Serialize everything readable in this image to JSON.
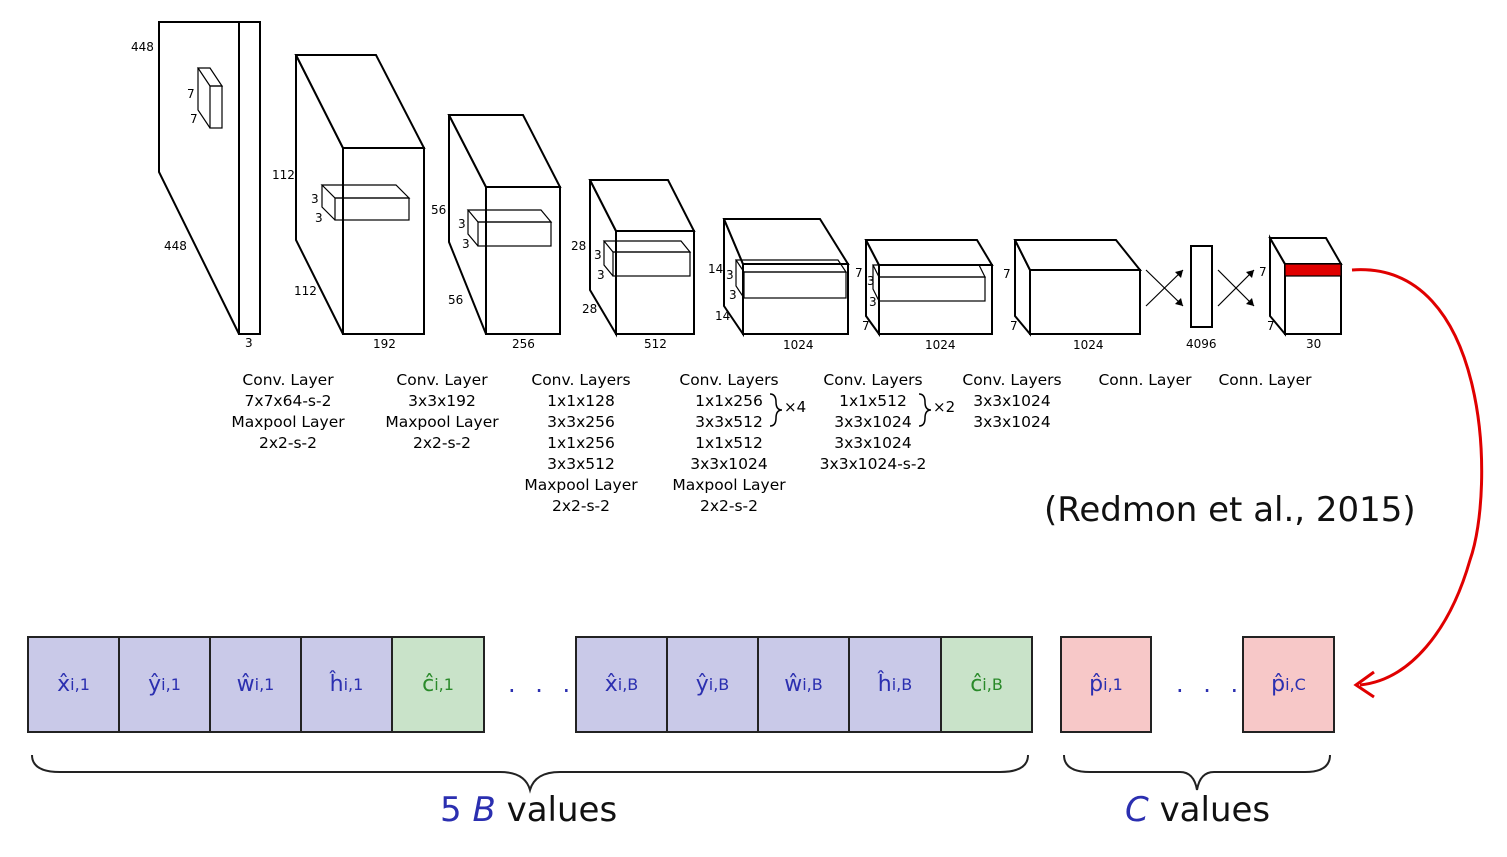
{
  "architecture": {
    "dims": {
      "input_h": "448",
      "input_w": "448",
      "input_c": "3",
      "kernel1_a": "7",
      "kernel1_b": "7",
      "l1_h": "112",
      "l1_w": "112",
      "l1_c": "192",
      "k2_a": "3",
      "k2_b": "3",
      "l2_h": "56",
      "l2_w": "56",
      "l2_c": "256",
      "k3_a": "3",
      "k3_b": "3",
      "l3_h": "28",
      "l3_w": "28",
      "l3_c": "512",
      "k4_a": "3",
      "k4_b": "3",
      "l4_h": "14",
      "l4_w": "14",
      "l4_c": "1024",
      "k5_a": "3",
      "k5_b": "3",
      "l5_h": "7",
      "l5_w": "7",
      "l5_c": "1024",
      "k6_a": "3",
      "k6_b": "3",
      "l6_h": "7",
      "l6_w": "7",
      "l6_c": "1024",
      "fc_c": "4096",
      "out_h": "7",
      "out_w": "7",
      "out_c": "30"
    },
    "layers": [
      {
        "title": "Conv. Layer",
        "lines": [
          "7x7x64-s-2",
          "Maxpool Layer",
          "2x2-s-2"
        ]
      },
      {
        "title": "Conv. Layer",
        "lines": [
          "3x3x192",
          "Maxpool Layer",
          "2x2-s-2"
        ]
      },
      {
        "title": "Conv. Layers",
        "lines": [
          "1x1x128",
          "3x3x256",
          "1x1x256",
          "3x3x512",
          "Maxpool Layer",
          "2x2-s-2"
        ]
      },
      {
        "title": "Conv. Layers",
        "lines": [
          "1x1x256",
          "3x3x512",
          "1x1x512",
          "3x3x1024",
          "Maxpool Layer",
          "2x2-s-2"
        ],
        "repeat": "×4"
      },
      {
        "title": "Conv. Layers",
        "lines": [
          "1x1x512",
          "3x3x1024",
          "3x3x1024",
          "3x3x1024-s-2"
        ],
        "repeat": "×2"
      },
      {
        "title": "Conv. Layers",
        "lines": [
          "3x3x1024",
          "3x3x1024"
        ]
      },
      {
        "title": "Conn. Layer",
        "lines": []
      },
      {
        "title": "Conn. Layer",
        "lines": []
      }
    ]
  },
  "citation": "(Redmon et al., 2015)",
  "output_vector": {
    "box_cells": [
      {
        "hat": "x̂",
        "sub": "i,1"
      },
      {
        "hat": "ŷ",
        "sub": "i,1"
      },
      {
        "hat": "ŵ",
        "sub": "i,1"
      },
      {
        "hat": "ĥ",
        "sub": "i,1"
      }
    ],
    "conf_cell_1": {
      "hat": "ĉ",
      "sub": "i,1"
    },
    "box_cells_B": [
      {
        "hat": "x̂",
        "sub": "i,B"
      },
      {
        "hat": "ŷ",
        "sub": "i,B"
      },
      {
        "hat": "ŵ",
        "sub": "i,B"
      },
      {
        "hat": "ĥ",
        "sub": "i,B"
      }
    ],
    "conf_cell_B": {
      "hat": "ĉ",
      "sub": "i,B"
    },
    "class_cell_1": {
      "hat": "p̂",
      "sub": "i,1"
    },
    "class_cell_C": {
      "hat": "p̂",
      "sub": "i,C"
    },
    "dots": ". . .",
    "boxes_count_num": "5",
    "boxes_count_var": "B",
    "boxes_count_word": "values",
    "classes_count_var": "C",
    "classes_count_word": "values"
  },
  "colors": {
    "box_fill": "#c9c9e8",
    "conf_fill": "#c9e3c9",
    "class_fill": "#f7c8c8",
    "arrow": "#e00000",
    "highlight": "#e00000",
    "math_text": "#2b2fb0"
  }
}
